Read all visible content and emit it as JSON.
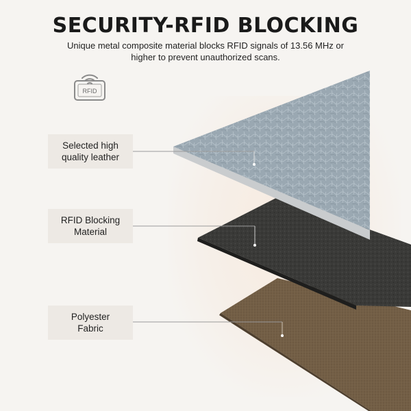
{
  "header": {
    "title": "SECURITY-RFID BLOCKING",
    "subtitle_line1": "Unique metal composite material blocks RFID signals of 13.56 MHz or",
    "subtitle_line2": "higher to prevent unauthorized scans."
  },
  "badge": {
    "icon": "wifi-signal-icon",
    "text": "RFID"
  },
  "layers": [
    {
      "line1": "Selected high",
      "line2": "quality leather",
      "color": "#9aa8b2"
    },
    {
      "line1": "RFID Blocking",
      "line2": "Material",
      "color": "#3a3a38"
    },
    {
      "line1": "Polyester",
      "line2": "Fabric",
      "color": "#6e5a42"
    }
  ],
  "colors": {
    "background": "#f6f4f1",
    "label_bg": "#ede9e4",
    "leather": "#9aa8b2",
    "blocking": "#3a3a38",
    "fabric": "#6e5a42",
    "title_text": "#1a1a1a"
  }
}
